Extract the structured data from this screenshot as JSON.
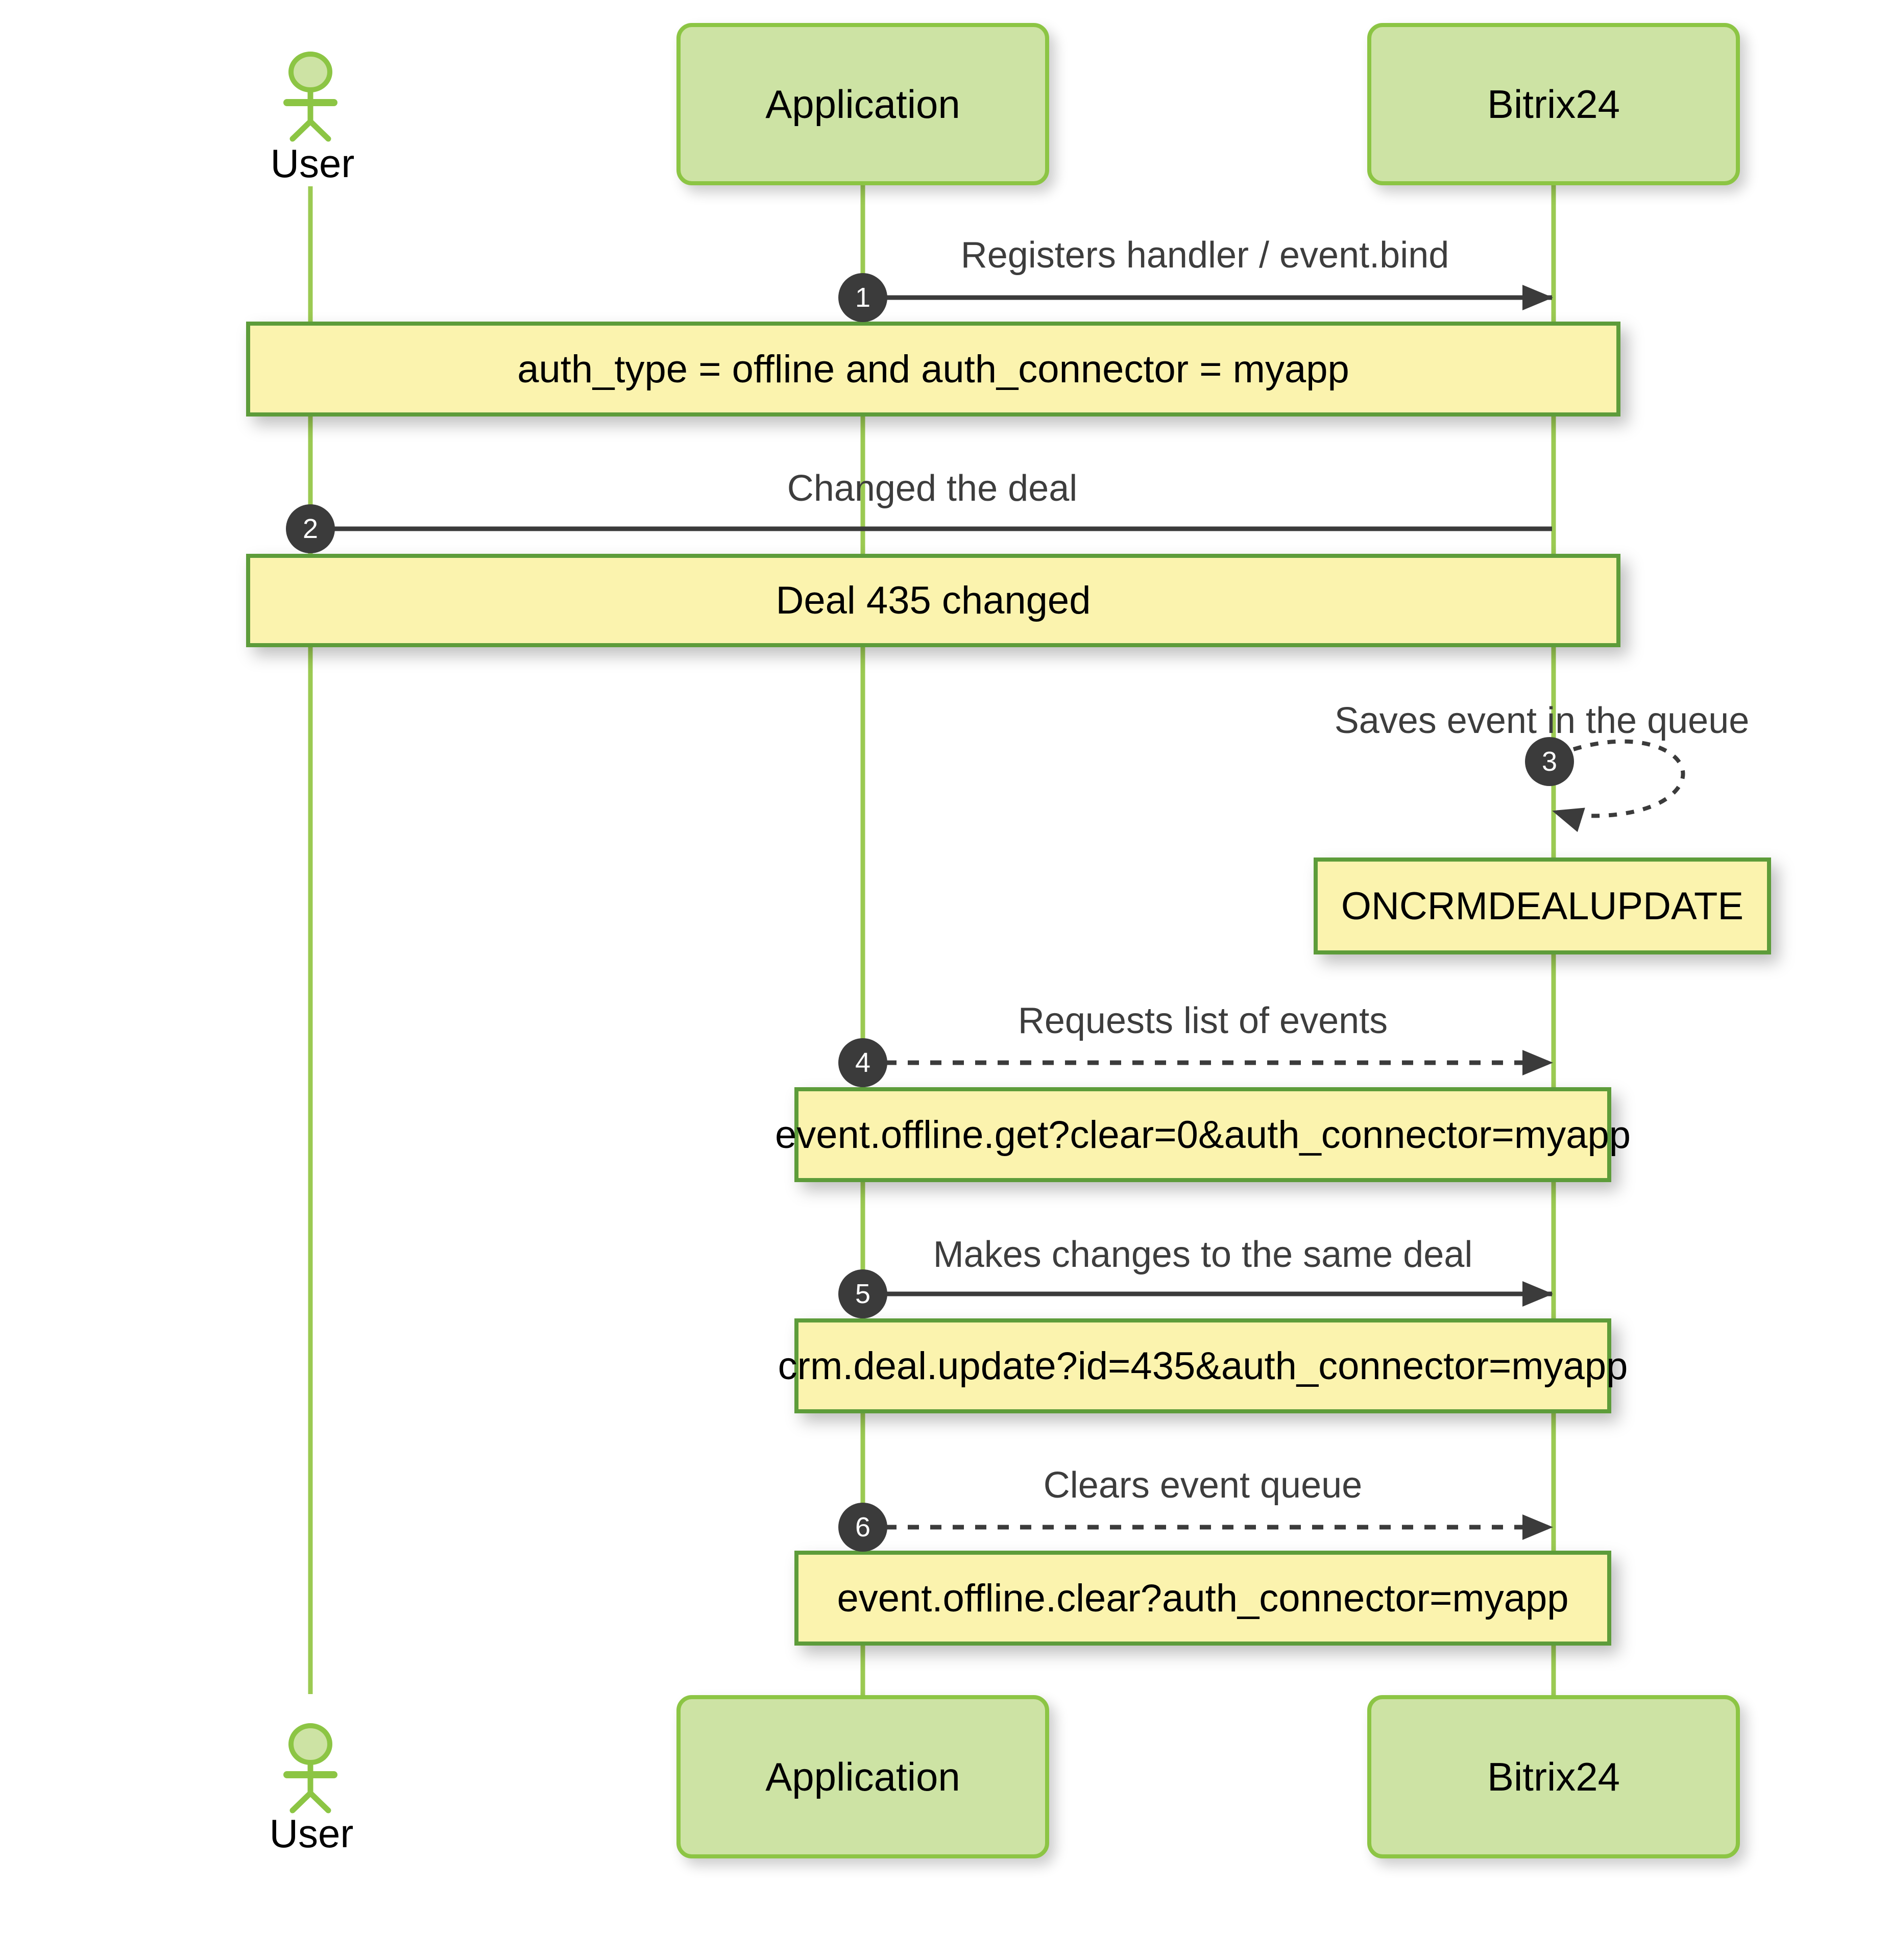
{
  "diagram": {
    "type": "uml-sequence-diagram",
    "description": "Bitrix24 offline events flow"
  },
  "actors": {
    "user": "User",
    "application": "Application",
    "bitrix": "Bitrix24"
  },
  "messages": [
    {
      "num": "1",
      "from": "Application",
      "to": "Bitrix24",
      "style": "solid-arrow",
      "label": "Registers handler / event.bind",
      "note": "auth_type = offline and auth_connector = myapp"
    },
    {
      "num": "2",
      "from": "User",
      "to": "Bitrix24",
      "style": "solid-line",
      "label": "Changed the deal",
      "note": "Deal 435 changed"
    },
    {
      "num": "3",
      "from": "Bitrix24",
      "to": "Bitrix24",
      "style": "dashed-self-loop",
      "label": "Saves event in the queue",
      "note": "ONCRMDEALUPDATE"
    },
    {
      "num": "4",
      "from": "Application",
      "to": "Bitrix24",
      "style": "dashed-arrow",
      "label": "Requests list of events",
      "note": "event.offline.get?clear=0&auth_connector=myapp"
    },
    {
      "num": "5",
      "from": "Application",
      "to": "Bitrix24",
      "style": "solid-arrow",
      "label": "Makes changes to the same deal",
      "note": "crm.deal.update?id=435&auth_connector=myapp"
    },
    {
      "num": "6",
      "from": "Application",
      "to": "Bitrix24",
      "style": "dashed-arrow",
      "label": "Clears event queue",
      "note": "event.offline.clear?auth_connector=myapp"
    }
  ],
  "colors": {
    "actor_fill": "#cde3a4",
    "actor_border": "#8cc544",
    "lifeline": "#9bca52",
    "note_fill": "#fbf3ae",
    "note_border": "#5d9c3a",
    "arrow": "#3b3b3b",
    "badge_bg": "#3b3b3b",
    "badge_text": "#ffffff",
    "label_text": "#3d3d3d",
    "note_text": "#000000"
  }
}
